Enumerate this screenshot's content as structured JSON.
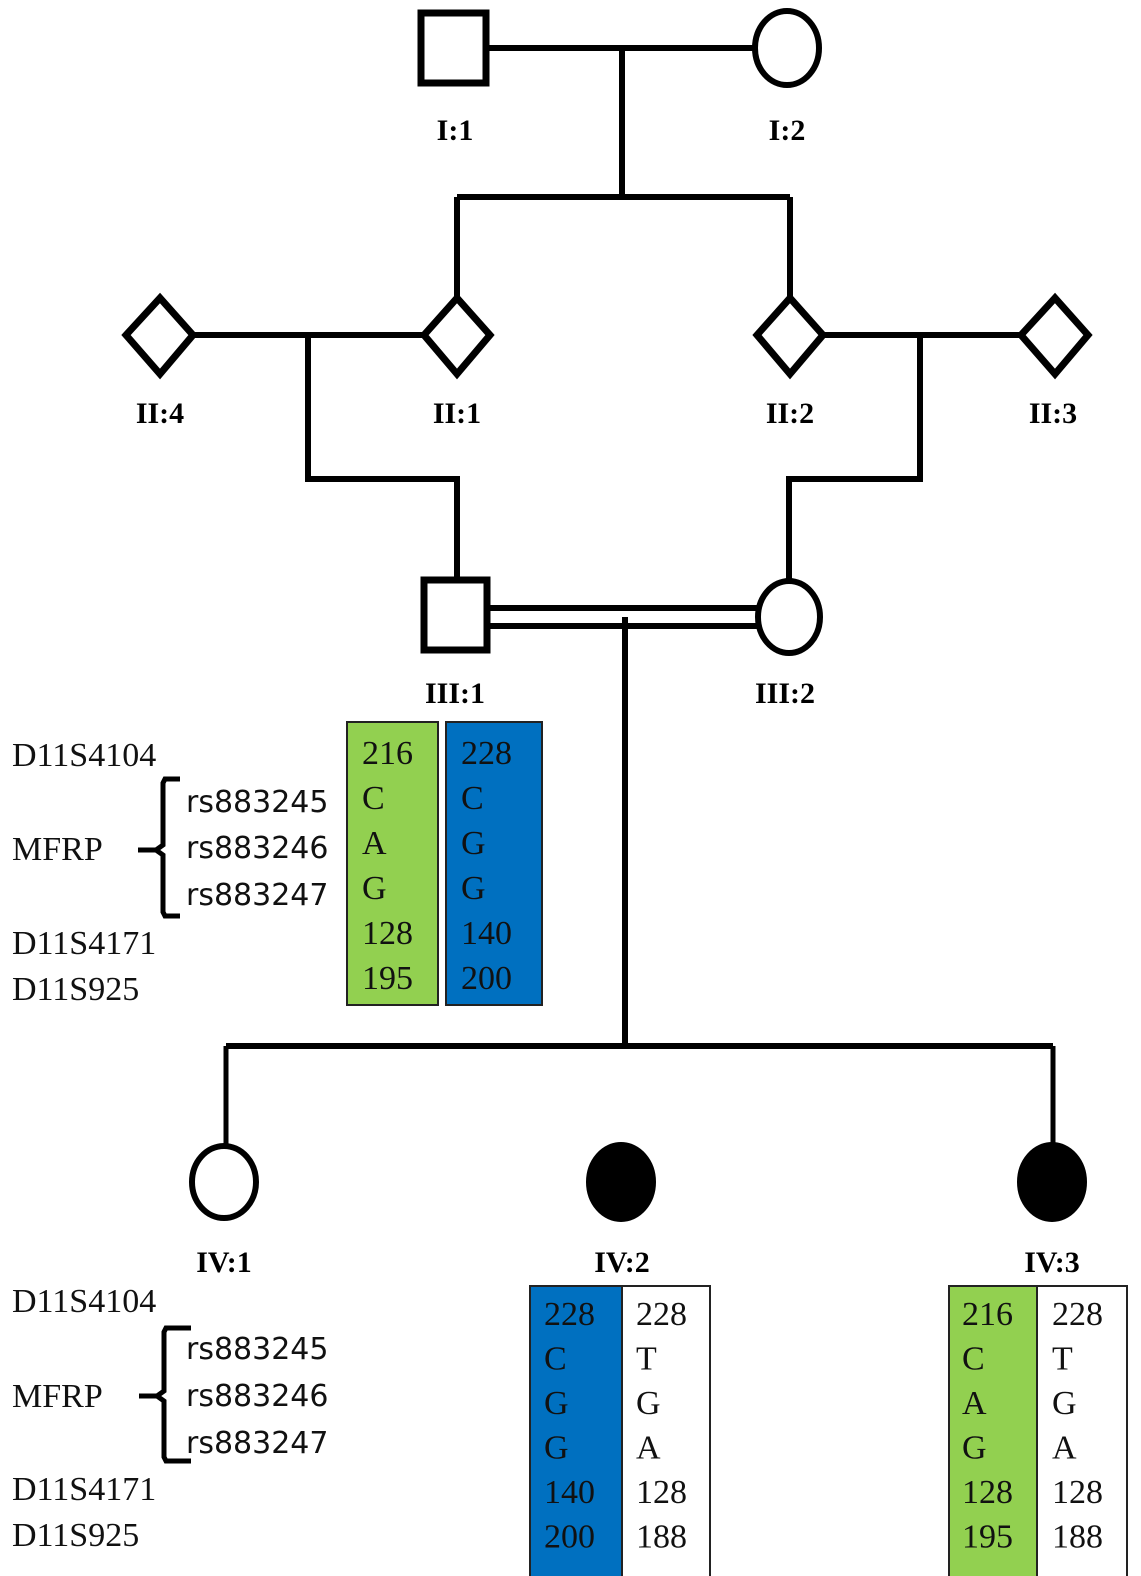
{
  "title": "Pedigree with MFRP haplotype analysis",
  "colors": {
    "haplotype_green": "#92d050",
    "haplotype_blue": "#0070c0",
    "haplotype_white": "#ffffff",
    "affected": "#000000"
  },
  "individuals": [
    {
      "id": "I:1",
      "sex": "male",
      "affected": false
    },
    {
      "id": "I:2",
      "sex": "female",
      "affected": false
    },
    {
      "id": "II:4",
      "sex": "unknown",
      "affected": false
    },
    {
      "id": "II:1",
      "sex": "unknown",
      "affected": false
    },
    {
      "id": "II:2",
      "sex": "unknown",
      "affected": false
    },
    {
      "id": "II:3",
      "sex": "unknown",
      "affected": false
    },
    {
      "id": "III:1",
      "sex": "male",
      "affected": false
    },
    {
      "id": "III:2",
      "sex": "female",
      "affected": false
    },
    {
      "id": "IV:1",
      "sex": "female",
      "affected": false
    },
    {
      "id": "IV:2",
      "sex": "female",
      "affected": true
    },
    {
      "id": "IV:3",
      "sex": "female",
      "affected": true
    }
  ],
  "relationships": [
    {
      "type": "mating",
      "partners": [
        "I:1",
        "I:2"
      ],
      "children": [
        "II:1",
        "II:2"
      ]
    },
    {
      "type": "mating",
      "partners": [
        "II:4",
        "II:1"
      ],
      "children": [
        "III:1"
      ]
    },
    {
      "type": "mating",
      "partners": [
        "II:2",
        "II:3"
      ],
      "children": [
        "III:2"
      ]
    },
    {
      "type": "consanguineous",
      "partners": [
        "III:1",
        "III:2"
      ],
      "children": [
        "IV:1",
        "IV:2",
        "IV:3"
      ]
    }
  ],
  "markers": {
    "top": [
      "D11S4104",
      "rs883245",
      "rs883246",
      "rs883247",
      "D11S4171",
      "D11S925"
    ],
    "gene_label": "MFRP",
    "snps": [
      "rs883245",
      "rs883246",
      "rs883247"
    ],
    "flanking_top": [
      "D11S4104"
    ],
    "flanking_bottom": [
      "D11S4171",
      "D11S925"
    ]
  },
  "haplotypes": {
    "III:1": [
      {
        "color": "green",
        "alleles": [
          "216",
          "C",
          "A",
          "G",
          "128",
          "195"
        ]
      },
      {
        "color": "blue",
        "alleles": [
          "228",
          "C",
          "G",
          "G",
          "140",
          "200"
        ]
      }
    ],
    "IV:2": [
      {
        "color": "blue",
        "alleles": [
          "228",
          "C",
          "G",
          "G",
          "140",
          "200"
        ]
      },
      {
        "color": "white",
        "alleles": [
          "228",
          "T",
          "G",
          "A",
          "128",
          "188"
        ]
      }
    ],
    "IV:3": [
      {
        "color": "green",
        "alleles": [
          "216",
          "C",
          "A",
          "G",
          "128",
          "195"
        ]
      },
      {
        "color": "white",
        "alleles": [
          "228",
          "T",
          "G",
          "A",
          "128",
          "188"
        ]
      }
    ]
  },
  "labels": {
    "I1": "I:1",
    "I2": "I:2",
    "II4": "II:4",
    "II1": "II:1",
    "II2": "II:2",
    "II3": "II:3",
    "III1": "III:1",
    "III2": "III:2",
    "IV1": "IV:1",
    "IV2": "IV:2",
    "IV3": "IV:3"
  },
  "marker_panel": {
    "d11s4104": "D11S4104",
    "mfrp": "MFRP",
    "rs1": "rs883245",
    "rs2": "rs883246",
    "rs3": "rs883247",
    "d11s4171": "D11S4171",
    "d11s925": "D11S925"
  }
}
